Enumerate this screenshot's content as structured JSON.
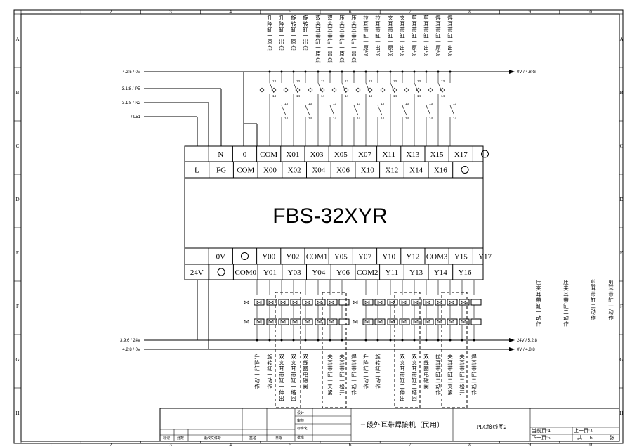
{
  "frame": {
    "cols": [
      "1",
      "2",
      "3",
      "4",
      "5",
      "6",
      "7",
      "8",
      "9",
      "10"
    ],
    "rows": [
      "A",
      "B",
      "C",
      "D",
      "E",
      "F",
      "G",
      "H"
    ]
  },
  "plc": {
    "model": "FBS-32XYR",
    "top_upper": [
      "",
      "N",
      "0",
      "COM",
      "X01",
      "X03",
      "X05",
      "X07",
      "X11",
      "X13",
      "X15",
      "X17",
      "○"
    ],
    "top_lower": [
      "L",
      "FG",
      "COM",
      "X00",
      "X02",
      "X04",
      "X06",
      "X10",
      "X12",
      "X14",
      "X16",
      "○"
    ],
    "bottom_upper": [
      "",
      "0V",
      "○",
      "Y00",
      "Y02",
      "COM1",
      "Y05",
      "Y07",
      "Y10",
      "Y12",
      "COM3",
      "Y15",
      "Y17"
    ],
    "bottom_lower": [
      "24V",
      "○",
      "COM0",
      "Y01",
      "Y03",
      "Y04",
      "Y06",
      "COM2",
      "Y11",
      "Y13",
      "Y14",
      "Y16"
    ]
  },
  "input_labels": [
    "升降缸一原点",
    "升降缸一出点",
    "旋转缸一原点",
    "旋转缸一出点",
    "双夹耳带缸一原点",
    "双夹耳带缸一出点",
    "压夹耳带缸一原点",
    "压夹耳带缸一出点",
    "拉耳带缸一原点",
    "拉耳带缸一出点",
    "夹耳带缸一原点",
    "夹耳带缸一出点",
    "剪耳带缸一原点",
    "剪耳带缸一出点",
    "焊耳带缸一原点",
    "焊耳带缸一出点"
  ],
  "output_labels": [
    "升降缸一动作",
    "旋转缸一动作",
    "双夹耳带缸一伸出",
    "双夹耳带缸一缩回",
    "双线圈电磁阀",
    "夹耳带缸一夹紧",
    "夹耳带缸一松开",
    "焊耳带缸一动作",
    "升降缸二动作",
    "旋转缸二动作",
    "双夹耳带缸二伸出",
    "双夹耳带缸二缩回",
    "双线圈电磁阀",
    "拉耳带缸二动作",
    "夹耳带缸二夹紧",
    "夹耳带缸二松开",
    "焊耳带缸二动作"
  ],
  "right_labels": [
    "压夹耳带缸一动作",
    "压夹耳带缸二动作",
    "剪耳带缸二动作",
    "剪耳带缸一动作"
  ],
  "power": {
    "in_0v": "4.2:5 / 0V",
    "in_pe": "3.1:8 / PE",
    "in_n": "3.1:8 / N2",
    "in_l": "/ L51",
    "out_0v_top": "0V / 4.8:G",
    "out_24v": "3.9:6 / 24V",
    "out_0v": "4.2:8 / 0V",
    "out_24v_r": "24V / 5.2:8",
    "out_0v_r": "0V / 4.8:8"
  },
  "contact_nums": {
    "a": "13",
    "b": "14"
  },
  "title_block": {
    "title": "三段外耳带焊接机（民用）",
    "drawing": "PLC接线图2",
    "page": "当前页:4",
    "prev": "上一页:3",
    "next": "下一页:5",
    "total_label": "共",
    "total": "6",
    "unit": "张",
    "left_row_labels": [
      "设计",
      "审核",
      "标准化",
      "批准"
    ],
    "bottom_headers": [
      "标记",
      "处数",
      "更改文件号",
      "签名",
      "日期"
    ]
  }
}
